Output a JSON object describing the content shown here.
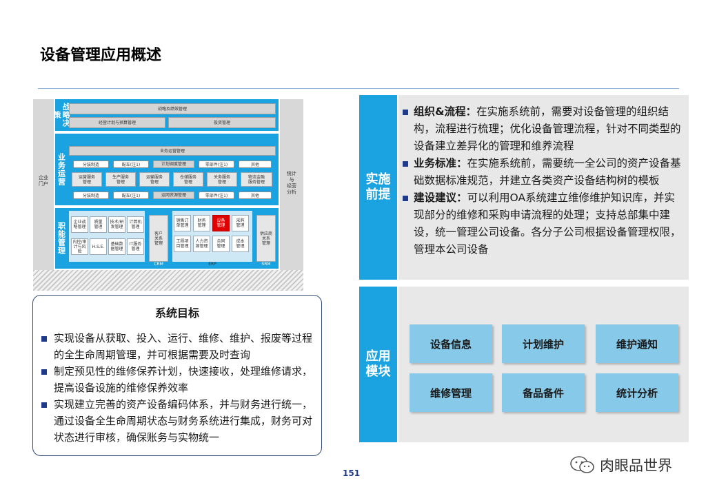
{
  "page": {
    "title": "设备管理应用概述",
    "page_number": "151"
  },
  "diagram": {
    "left_side": "企业\n门户",
    "right_side": "统计\n与\n经营\n分析",
    "layer1": {
      "label": "战略决策",
      "row1": "战略及绩效管理",
      "row2_a": "经营计划与预算管理",
      "row2_b": "投资管理"
    },
    "layer2": {
      "label": "业务运营",
      "header": "业务运营管理",
      "pills_top": [
        "分装制造",
        "配车(注1)",
        "计划调度管理",
        "零部件(注1)",
        "其他"
      ],
      "services": [
        "运营服务\n管理",
        "生产服务\n管理",
        "运输服务\n管理",
        "仓储服务\n管理",
        "关务服务\n管理",
        "物流金融\n服务管理"
      ],
      "pills_bottom": [
        "分装制造",
        "配车(注1)",
        "运网资源管理",
        "零部件(注1)",
        "其他"
      ]
    },
    "layer3": {
      "label": "职能管理",
      "group1": [
        "企业战\n略管理",
        "质量\n管理",
        "技术/研\n发管理",
        "计算机\n管理",
        "内控/审\n计与风险",
        "H.S.E.",
        "基础数\n据管理",
        "IT服务\n管理"
      ],
      "crm_box": "客户\n关系\n管理",
      "crm_label": "CRM",
      "erp": [
        "销售订\n单管理",
        "财务\n管理",
        "设备\n管理",
        "采购\n管理",
        "工程项\n目管理",
        "人力资\n源管理",
        "合同\n管理",
        "成本\n管理"
      ],
      "erp_label": "ERP",
      "srm_box": "供应商\n关系\n管理",
      "srm_label": "SRM"
    }
  },
  "goals": {
    "title": "系统目标",
    "items": [
      "实现设备从获取、投入、运行、维修、维护、报废等过程的全生命周期管理，并可根据需要及时查询",
      "制定预见性的维修保养计划，快速接收，处理维修请求，提高设备设施的维修保养效率",
      "实现建立完善的资产设备编码体系，并与财务进行统一，通过设备全生命周期状态与财务系统进行集成，财务可对状态进行审核，确保账务与实物统一"
    ]
  },
  "premise": {
    "label": "实施\n前提",
    "items": [
      {
        "bold": "组织&流程：",
        "text": "在实施系统前，需要对设备管理的组织结构，流程进行梳理；优化设备管理流程，针对不同类型的设备建立差异化的管理和维养流程"
      },
      {
        "bold": "业务标准：",
        "text": "在实施系统前，需要统一全公司的资产设备基础数据标准规范，并建立各类资产设备结构树的模板"
      },
      {
        "bold": "建设建议：",
        "text": "可以利用OA系统建立维修维护知识库，并实现部分的维修和采购申请流程的处理；支持总部集中建设，统一管理公司设备。各分子公司根据设备管理权限，管理本公司设备"
      }
    ]
  },
  "modules": {
    "label": "应用\n模块",
    "items": [
      "设备信息",
      "计划维护",
      "维护通知",
      "维修管理",
      "备品备件",
      "统计分析"
    ]
  },
  "watermark": {
    "text": "肉眼品世界"
  },
  "colors": {
    "accent": "#1aa3e0",
    "panel_bg": "#e8e8e8",
    "module_bg": "#87c9e8",
    "highlight": "#e00000",
    "bullet": "#1f3a8a"
  }
}
